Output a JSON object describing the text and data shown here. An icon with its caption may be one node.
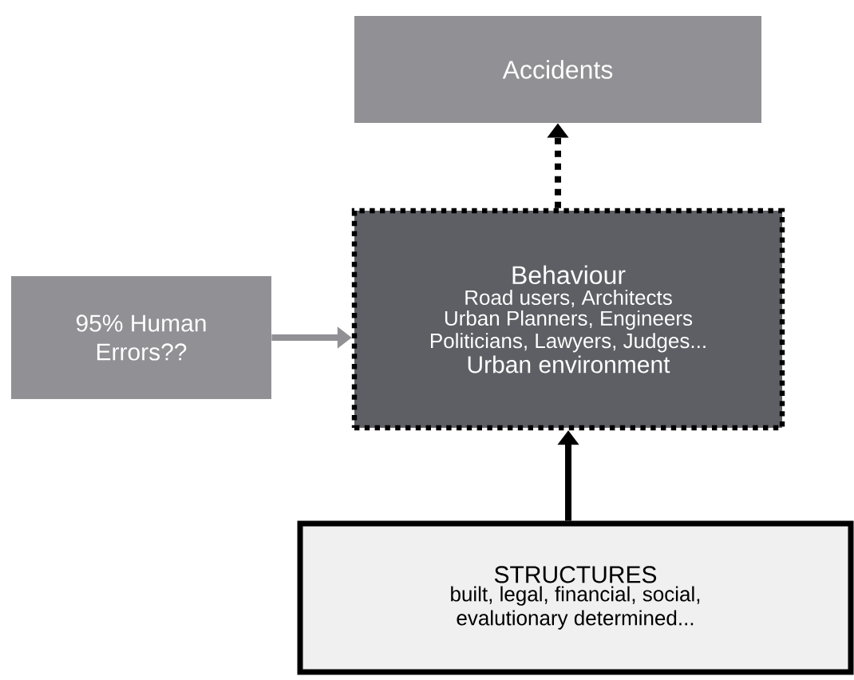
{
  "diagram": {
    "nodes": [
      {
        "text": [
          "Accidents"
        ]
      },
      {
        "text": [
          "Behaviour",
          "Road users, Architects",
          "Urban Planners, Engineers",
          "Politicians, Lawyers, Judges...",
          "Urban environment"
        ]
      },
      {
        "text": [
          "95% Human Errors??"
        ]
      },
      {
        "text": [
          "STRUCTURES",
          "built, legal, financial, social, evalutionary determined..."
        ]
      }
    ],
    "edges": [
      {
        "from": 1,
        "to": 0,
        "arrow": "to",
        "style": "dashed"
      },
      {
        "from": 2,
        "to": 1,
        "arrow": "to",
        "color": "#909095"
      },
      {
        "from": 3,
        "to": 1,
        "arrow": "to"
      }
    ]
  }
}
